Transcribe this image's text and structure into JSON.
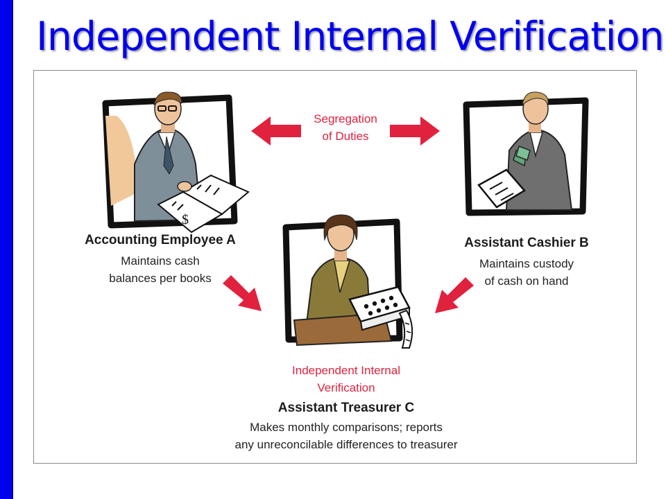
{
  "slide": {
    "title": "Independent Internal Verification",
    "accent_color": "#0000ee"
  },
  "diagram": {
    "arrow_color": "#e0223f",
    "segregation_label": [
      "Segregation",
      "of Duties"
    ],
    "employee_a": {
      "role": "Accounting Employee A",
      "description": [
        "Maintains cash",
        "balances per books"
      ],
      "icon": "accountant-with-ledger-icon"
    },
    "cashier_b": {
      "role": "Assistant Cashier B",
      "description": [
        "Maintains custody",
        "of cash on hand"
      ],
      "icon": "cashier-with-cash-icon"
    },
    "treasurer_c": {
      "verification_label": [
        "Independent Internal",
        "Verification"
      ],
      "role": "Assistant Treasurer C",
      "description": [
        "Makes monthly comparisons; reports",
        "any unreconcilable differences to treasurer"
      ],
      "icon": "treasurer-with-adding-machine-icon"
    }
  }
}
